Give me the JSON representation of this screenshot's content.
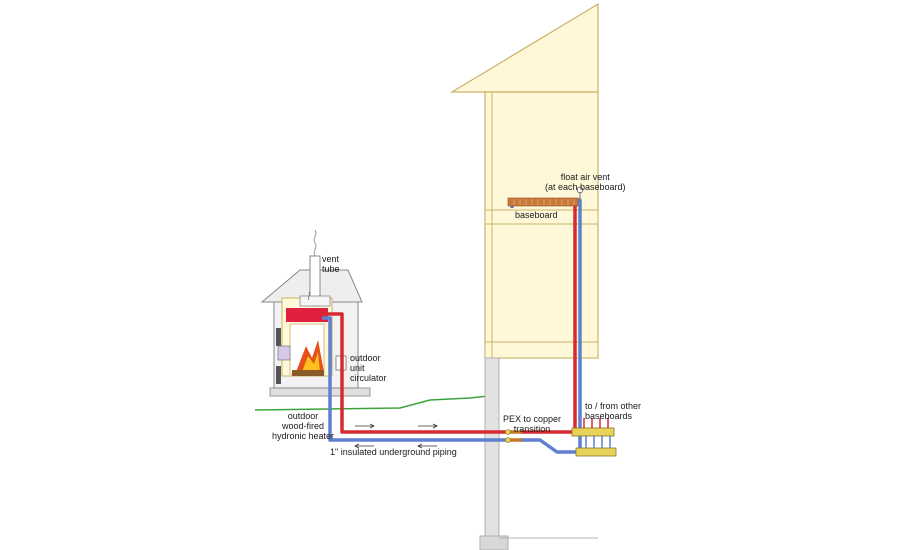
{
  "labels": {
    "vent_tube": "vent\ntube",
    "outdoor_unit_circulator": "outdoor\nunit\ncirculator",
    "heater": "outdoor\nwood-fired\nhydronic heater",
    "underground_piping": "1\" insulated underground piping",
    "pex_transition": "PEX to copper\ntransition",
    "other_baseboards": "to / from other\nbaseboards",
    "baseboard": "baseboard",
    "float_air_vent": "float air vent\n(at each baseboard)"
  },
  "colors": {
    "supply": "#d42a32",
    "return": "#5f7fd0",
    "house_fill": "#fff8d8",
    "house_edge": "#c9b26a",
    "foundation": "#e2e2e2",
    "ground": "#3ca33c",
    "manifold": "#e8d35a",
    "fire": "#e8501a"
  }
}
